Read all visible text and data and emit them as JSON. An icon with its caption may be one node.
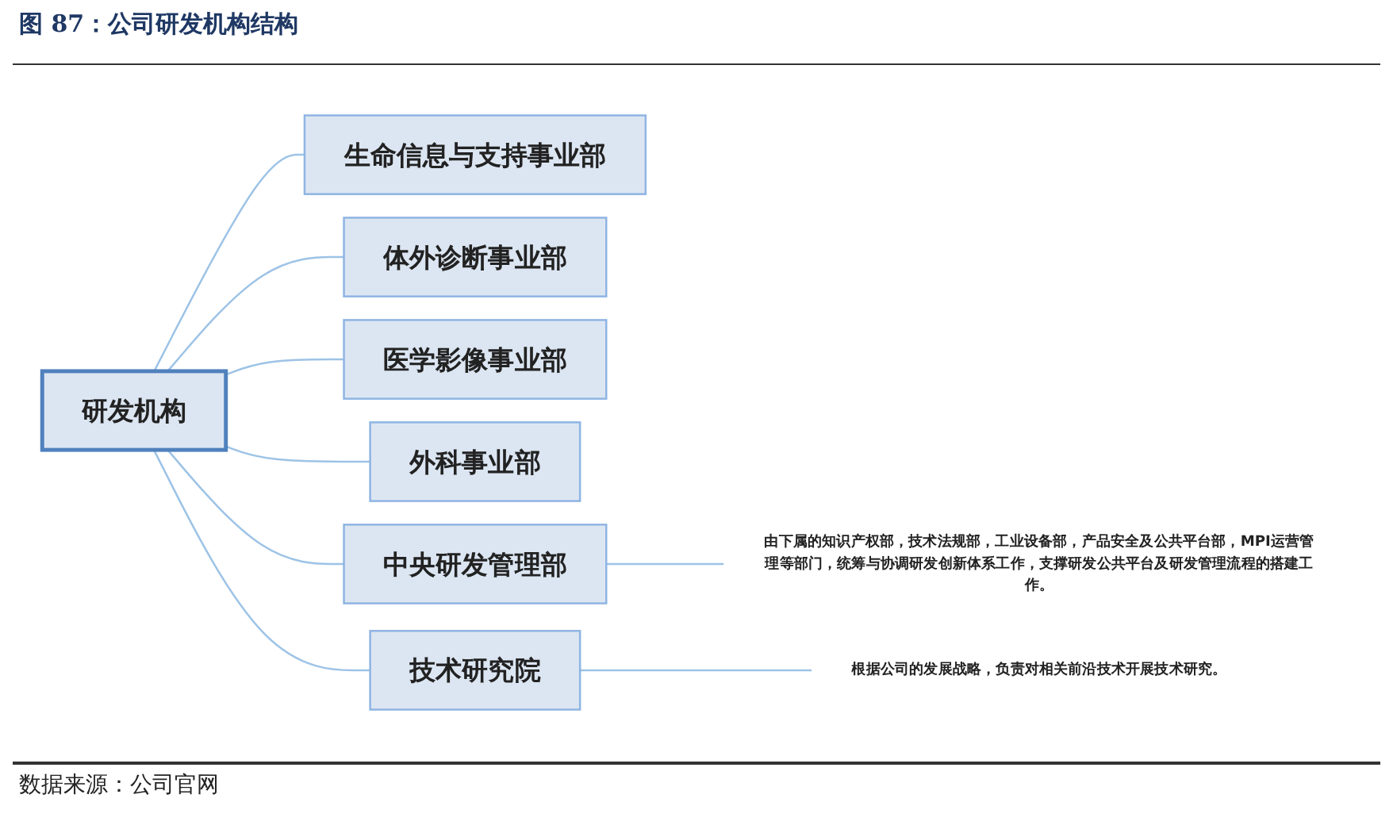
{
  "diagram": {
    "title": "图 87：公司研发机构结构",
    "caption": "数据来源：公司官网",
    "nodes": [
      {
        "text": [
          "研发机构"
        ]
      },
      {
        "text": [
          "生命信息与支持事业部"
        ]
      },
      {
        "text": [
          "体外诊断事业部"
        ]
      },
      {
        "text": [
          "医学影像事业部"
        ]
      },
      {
        "text": [
          "外科事业部"
        ]
      },
      {
        "text": [
          "中央研发管理部"
        ]
      },
      {
        "text": [
          "技术研究院"
        ]
      },
      {
        "text": [
          "由下属的知识产权部，技术法规部，工业设备部，产品安全及公共平台部，MPI运营管理等部门，统筹与协调研发创新体系工作，支撑研发公共平台及研发管理流程的搭建工作。"
        ]
      },
      {
        "text": [
          "根据公司的发展战略，负责对相关前沿技术开展技术研究。"
        ]
      }
    ],
    "edges": [
      {
        "from": 0,
        "to": 1,
        "arrow": "none"
      },
      {
        "from": 0,
        "to": 2,
        "arrow": "none"
      },
      {
        "from": 0,
        "to": 3,
        "arrow": "none"
      },
      {
        "from": 0,
        "to": 4,
        "arrow": "none"
      },
      {
        "from": 0,
        "to": 5,
        "arrow": "none"
      },
      {
        "from": 0,
        "to": 6,
        "arrow": "none"
      },
      {
        "from": 5,
        "to": 7,
        "arrow": "none"
      },
      {
        "from": 6,
        "to": 8,
        "arrow": "none"
      }
    ]
  }
}
